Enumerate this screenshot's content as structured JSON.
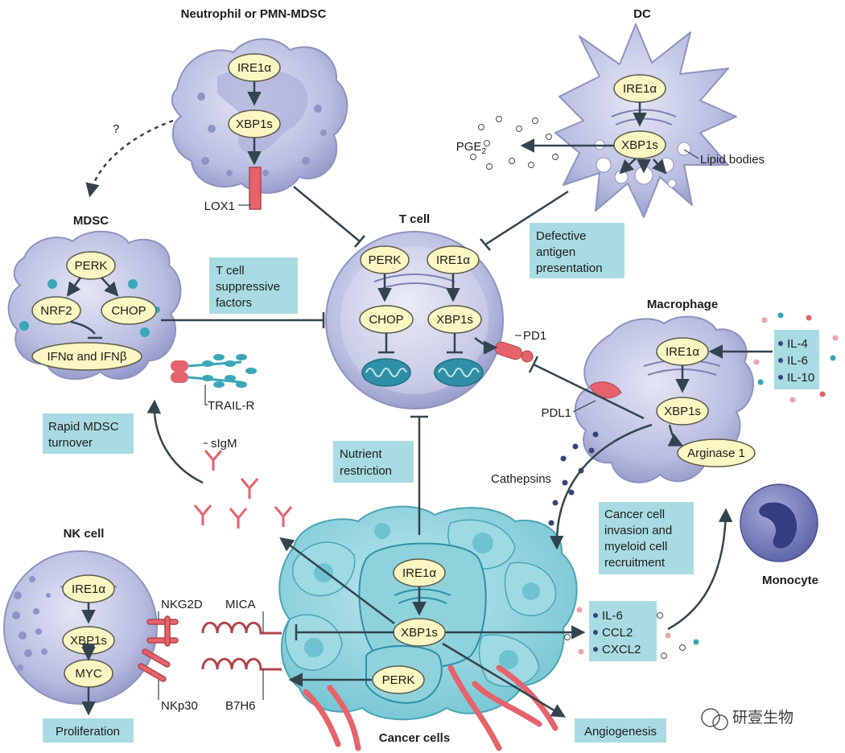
{
  "cells": {
    "neutrophil": {
      "title": "Neutrophil or PMN-MDSC",
      "ire1": "IRE1α",
      "xbp1s": "XBP1s",
      "lox1": "LOX1"
    },
    "dc": {
      "title": "DC",
      "ire1": "IRE1α",
      "xbp1s": "XBP1s",
      "pge2": "PGE",
      "pge2_sub": "2",
      "lipid": "Lipid bodies"
    },
    "mdsc": {
      "title": "MDSC",
      "perk": "PERK",
      "nrf2": "NRF2",
      "chop": "CHOP",
      "ifn": "IFNα and IFNβ",
      "trail": "TRAIL-R"
    },
    "tcell": {
      "title": "T cell",
      "perk": "PERK",
      "ire1": "IRE1α",
      "chop": "CHOP",
      "xbp1s": "XBP1s",
      "pd1": "PD1"
    },
    "macrophage": {
      "title": "Macrophage",
      "ire1": "IRE1α",
      "xbp1s": "XBP1s",
      "arginase": "Arginase 1",
      "pdl1": "PDL1",
      "cathepsins": "Cathepsins"
    },
    "nkcell": {
      "title": "NK cell",
      "ire1": "IRE1α",
      "xbp1s": "XBP1s",
      "myc": "MYC",
      "nkg2d": "NKG2D",
      "nkp30": "NKp30",
      "mica": "MICA",
      "b7h6": "B7H6"
    },
    "cancer": {
      "title": "Cancer cells",
      "ire1": "IRE1α",
      "xbp1s": "XBP1s",
      "perk": "PERK"
    },
    "monocyte": {
      "title": "Monocyte"
    }
  },
  "boxes": {
    "defective": [
      "Defective",
      "antigen",
      "presentation"
    ],
    "suppressive": [
      "T cell",
      "suppressive",
      "factors"
    ],
    "rapid": [
      "Rapid MDSC",
      "turnover"
    ],
    "nutrient": [
      "Nutrient",
      "restriction"
    ],
    "invasion": [
      "Cancer cell",
      "invasion and",
      "myeloid cell",
      "recruitment"
    ],
    "cytokines_mac": [
      "IL-4",
      "IL-6",
      "IL-10"
    ],
    "cytokines_cancer": [
      "IL-6",
      "CCL2",
      "CXCL2"
    ],
    "proliferation": "Proliferation",
    "angiogenesis": "Angiogenesis"
  },
  "misc": {
    "sigm": "sIgM",
    "question": "?",
    "watermark": "研壹生物"
  },
  "colors": {
    "cell_fill": "#c3c6e3",
    "cell_stroke": "#8e93c2",
    "cancer_fill": "#8fd2dc",
    "pill_fill": "#fbf6c2",
    "box_fill": "#a9dbe3",
    "red": "#e6636b",
    "arrow": "#33444f",
    "mito": "#2f8fa6"
  }
}
